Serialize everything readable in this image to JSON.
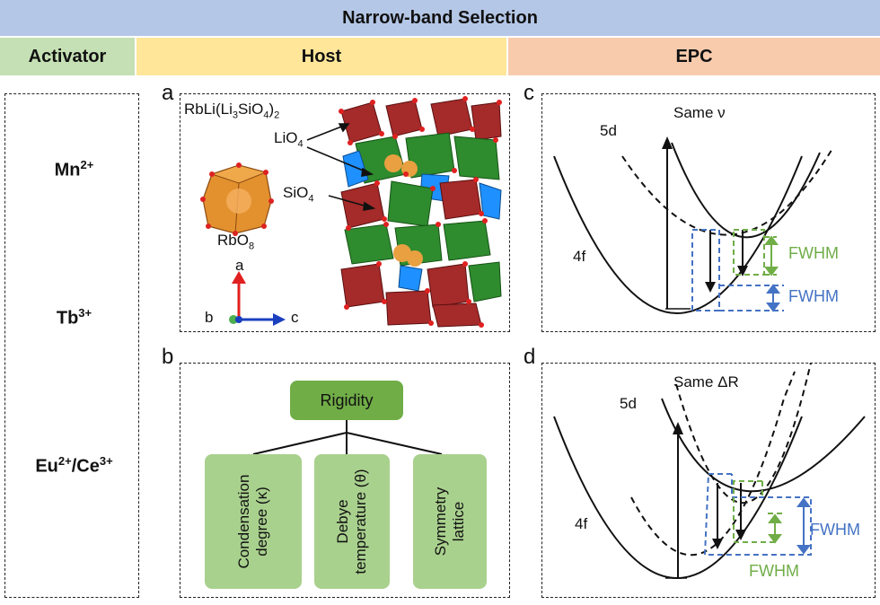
{
  "header": {
    "title": "Narrow-band Selection",
    "activator": "Activator",
    "host": "Host",
    "epc": "EPC"
  },
  "colors": {
    "top_bar": "#b4c7e7",
    "activator_bar": "#c5e0b4",
    "host_bar": "#ffe699",
    "epc_bar": "#f8cbad",
    "node_fill": "#a9d18e",
    "root_fill": "#70ad47",
    "fwhm_blue": "#4472c4",
    "fwhm_green": "#70ad47"
  },
  "activators": [
    {
      "base": "Mn",
      "charge": "2+"
    },
    {
      "base": "Tb",
      "charge": "3+"
    },
    {
      "base": "Eu",
      "charge": "2+",
      "sep": "/",
      "base2": "Ce",
      "charge2": "3+"
    }
  ],
  "panel_a": {
    "letter": "a",
    "formula": {
      "p1": "RbLi(Li",
      "s1": "3",
      "p2": "SiO",
      "s2": "4",
      "p3": ")",
      "s3": "2"
    },
    "lio4": {
      "base": "LiO",
      "sub": "4"
    },
    "sio4": {
      "base": "SiO",
      "sub": "4"
    },
    "rbo8": {
      "base": "RbO",
      "sub": "8"
    },
    "axes": {
      "a": "a",
      "b": "b",
      "c": "c"
    }
  },
  "panel_b": {
    "letter": "b",
    "root": "Rigidity",
    "children": [
      {
        "line1": "Condensation",
        "line2": "degree (κ)"
      },
      {
        "line1": "Debye",
        "line2": "temperature (θ)"
      },
      {
        "line1": "Symmetry",
        "line2": "lattice"
      }
    ]
  },
  "panel_c": {
    "letter": "c",
    "title": "Same ν",
    "upper": "5d",
    "lower": "4f",
    "fwhm_green": "FWHM",
    "fwhm_blue": "FWHM"
  },
  "panel_d": {
    "letter": "d",
    "title": "Same ΔR",
    "upper": "5d",
    "lower": "4f",
    "fwhm_blue": "FWHM",
    "fwhm_green": "FWHM"
  }
}
